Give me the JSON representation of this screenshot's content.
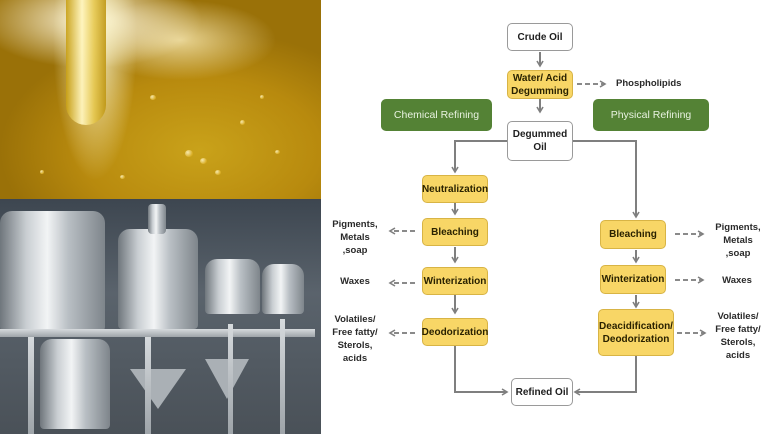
{
  "photos": {
    "top": {
      "subject": "pouring cooking oil"
    },
    "bottom": {
      "subject": "stainless steel oil refinery tanks"
    }
  },
  "diagram": {
    "title_nodes": {
      "crude_oil": "Crude Oil",
      "degumming": "Water/ Acid Degumming",
      "degumming_line1": "Water/ Acid",
      "degumming_line2": "Degumming",
      "degummed_oil_line1": "Degummed",
      "degummed_oil_line2": "Oil",
      "refined_oil": "Refined Oil"
    },
    "degumming_byproduct": "Phospholipids",
    "chemical": {
      "label": "Chemical Refining",
      "steps": [
        {
          "label": "Neutralization",
          "byproduct": null
        },
        {
          "label": "Bleaching",
          "byproduct_line1": "Pigments,",
          "byproduct_line2": "Metals ,soap"
        },
        {
          "label": "Winterization",
          "byproduct_line1": "Waxes"
        },
        {
          "label": "Deodorization",
          "byproduct_line1": "Volatiles/",
          "byproduct_line2": "Free fatty/",
          "byproduct_line3": "Sterols, acids"
        }
      ]
    },
    "physical": {
      "label": "Physical Refining",
      "steps": [
        {
          "label": "Bleaching",
          "byproduct_line1": "Pigments,",
          "byproduct_line2": "Metals ,soap"
        },
        {
          "label": "Winterization",
          "byproduct_line1": "Waxes"
        },
        {
          "label_line1": "Deacidification/",
          "label_line2": "Deodorization",
          "byproduct_line1": "Volatiles/",
          "byproduct_line2": "Free fatty/",
          "byproduct_line3": "Sterols,",
          "byproduct_line4": "acids"
        }
      ]
    },
    "colors": {
      "process_fill": "#f8d666",
      "process_border": "#d8b445",
      "category_fill": "#548235",
      "arrow": "#7f7f7f"
    }
  }
}
